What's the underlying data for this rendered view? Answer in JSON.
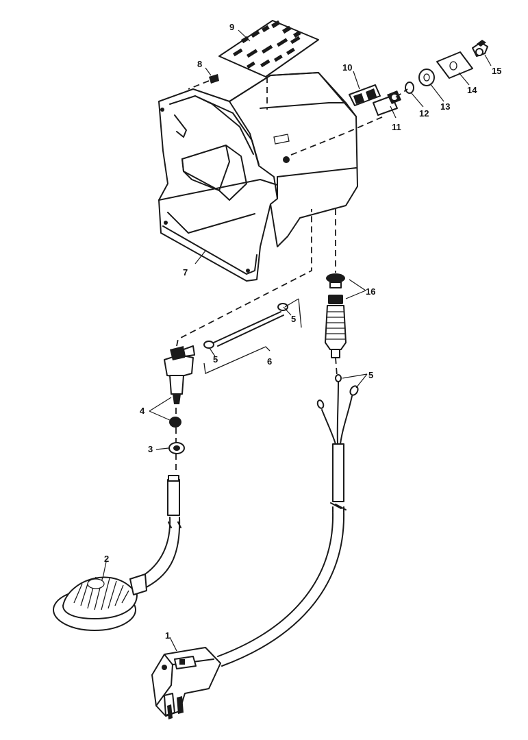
{
  "diagram": {
    "callouts": [
      {
        "id": "1",
        "label": "1"
      },
      {
        "id": "2",
        "label": "2"
      },
      {
        "id": "3",
        "label": "3"
      },
      {
        "id": "4",
        "label": "4"
      },
      {
        "id": "5a",
        "label": "5"
      },
      {
        "id": "5b",
        "label": "5"
      },
      {
        "id": "5c",
        "label": "5"
      },
      {
        "id": "6",
        "label": "6"
      },
      {
        "id": "7",
        "label": "7"
      },
      {
        "id": "8",
        "label": "8"
      },
      {
        "id": "9",
        "label": "9"
      },
      {
        "id": "10",
        "label": "10"
      },
      {
        "id": "11",
        "label": "11"
      },
      {
        "id": "12",
        "label": "12"
      },
      {
        "id": "13",
        "label": "13"
      },
      {
        "id": "14",
        "label": "14"
      },
      {
        "id": "15",
        "label": "15"
      },
      {
        "id": "16",
        "label": "16"
      }
    ]
  }
}
